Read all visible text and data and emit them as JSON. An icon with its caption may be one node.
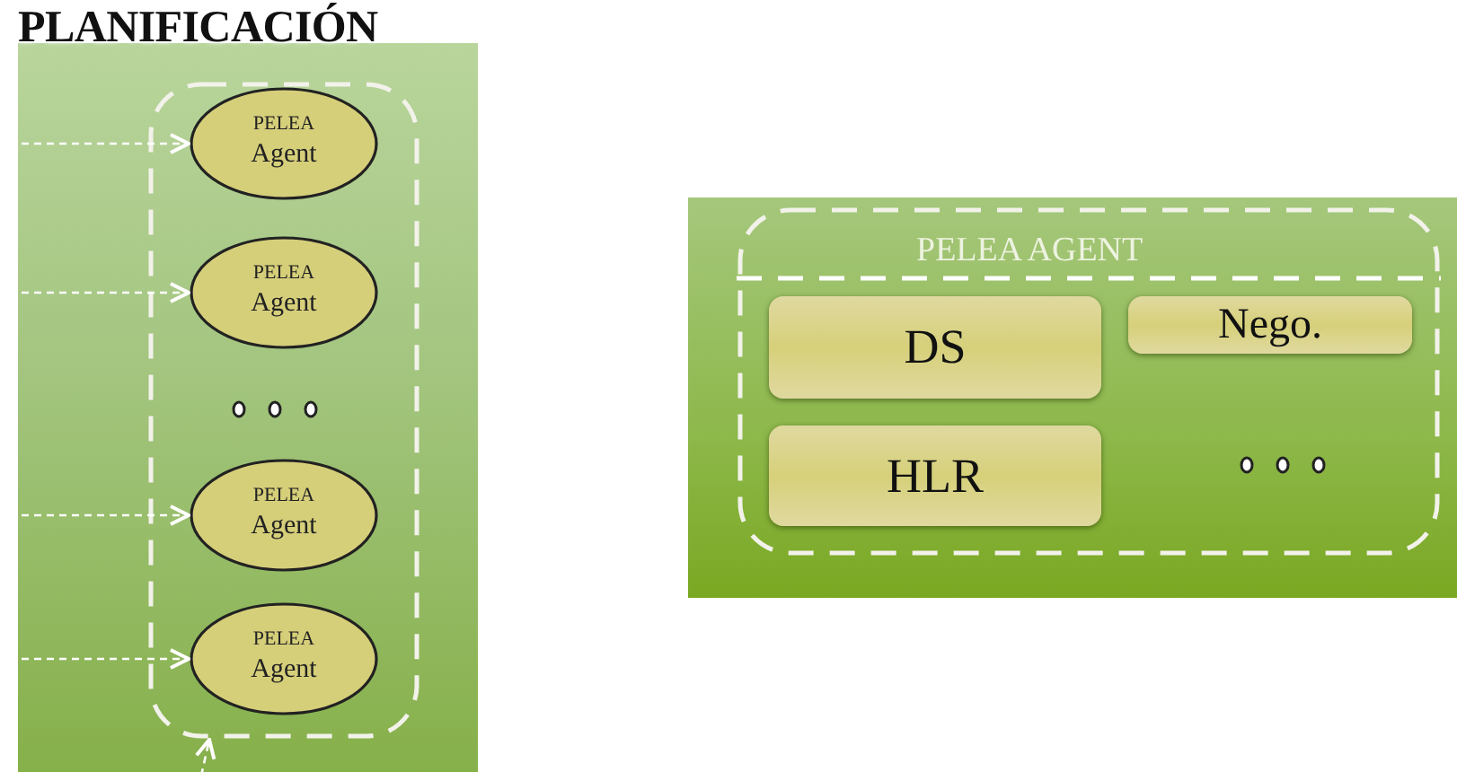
{
  "diagram": {
    "nodes": [
      {
        "text": [
          "PLANIFICACIÓN"
        ]
      },
      {
        "text": [],
        "shape": "box",
        "in": 0
      },
      {
        "text": [
          "PELEA",
          "Agent"
        ],
        "in": 1
      },
      {
        "text": [
          "PELEA",
          "Agent"
        ],
        "in": 1
      },
      {
        "text": [
          "PELEA",
          "Agent"
        ],
        "in": 1
      },
      {
        "text": [
          "PELEA",
          "Agent"
        ],
        "in": 1
      },
      {
        "text": [],
        "shape": "box"
      },
      {
        "text": [
          "PELEA AGENT"
        ],
        "in": 6
      },
      {
        "text": [
          "DS"
        ],
        "in": 7
      },
      {
        "text": [
          "Nego."
        ],
        "in": 7
      },
      {
        "text": [
          "HLR"
        ],
        "in": 7
      }
    ],
    "edges": [
      {
        "from": null,
        "to": 2,
        "arrow": "to",
        "style": "dashed"
      },
      {
        "from": null,
        "to": 3,
        "arrow": "to",
        "style": "dashed"
      },
      {
        "from": null,
        "to": 4,
        "arrow": "to",
        "style": "dashed"
      },
      {
        "from": null,
        "to": 5,
        "arrow": "to",
        "style": "dashed"
      },
      {
        "from": null,
        "to": 1,
        "arrow": "to",
        "style": "dashed"
      }
    ]
  }
}
